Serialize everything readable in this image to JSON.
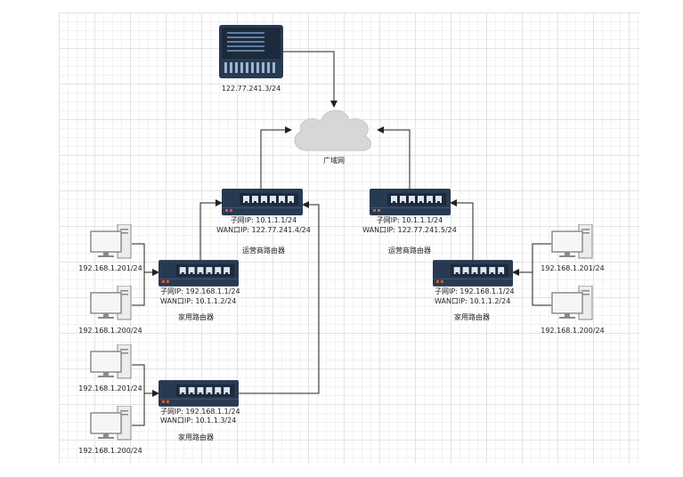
{
  "server": {
    "ip": "122.77.241.3/24"
  },
  "cloud": {
    "label": "广域网"
  },
  "isp_left": {
    "subnet": "子网IP:   10.1.1.1/24",
    "wan": "WAN口IP:  122.77.241.4/24",
    "name": "运营商路由器"
  },
  "isp_right": {
    "subnet": "子网IP:   10.1.1.1/24",
    "wan": "WAN口IP:  122.77.241.5/24",
    "name": "运营商路由器"
  },
  "home_left_top": {
    "subnet": "子网IP:    192.168.1.1/24",
    "wan": "WAN口IP:  10.1.1.2/24",
    "name": "家用路由器"
  },
  "home_left_bottom": {
    "subnet": "子网IP:    192.168.1.1/24",
    "wan": "WAN口IP:  10.1.1.3/24",
    "name": "家用路由器"
  },
  "home_right": {
    "subnet": "子网IP:    192.168.1.1/24",
    "wan": "WAN口IP:  10.1.1.2/24",
    "name": "家用路由器"
  },
  "pcs": {
    "lt1": "192.168.1.201/24",
    "lt2": "192.168.1.200/24",
    "lb1": "192.168.1.201/24",
    "lb2": "192.168.1.200/24",
    "r1": "192.168.1.201/24",
    "r2": "192.168.1.200/24"
  },
  "colors": {
    "device_body": "#283a52",
    "device_face": "#1c2a3c",
    "port": "#dfe6ef",
    "led": "#e4572e",
    "link": "#222222",
    "cloud": "#d7d7d7"
  }
}
